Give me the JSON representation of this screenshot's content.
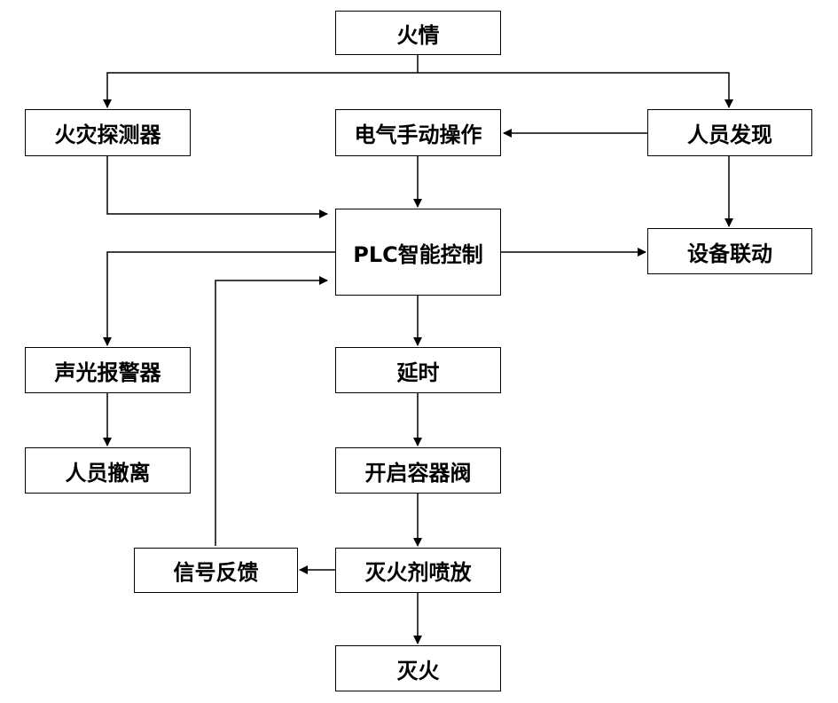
{
  "nodes": {
    "fire": "火情",
    "detector": "火灾探测器",
    "manual": "电气手动操作",
    "person_found": "人员发现",
    "plc": "PLC智能控制",
    "linkage": "设备联动",
    "alarm": "声光报警器",
    "delay": "延时",
    "evacuate": "人员撤离",
    "valve": "开启容器阀",
    "feedback": "信号反馈",
    "spray": "灭火剂喷放",
    "extinguished": "灭火"
  },
  "colors": {
    "line": "#000000",
    "box_border": "#000000",
    "background": "#ffffff"
  }
}
